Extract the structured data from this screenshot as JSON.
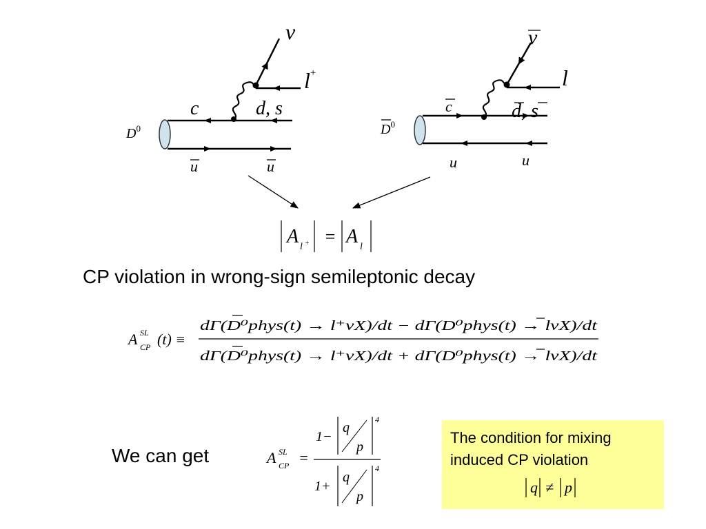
{
  "left_diagram": {
    "meson": "D",
    "meson_sup": "0",
    "top_quark": "c",
    "top_quark_out": "d, s",
    "bottom_quark_left": "u",
    "bottom_quark_right": "u",
    "neutrino": "ν",
    "lepton": "l",
    "lepton_sup": "+"
  },
  "right_diagram": {
    "meson": "D",
    "meson_sup": "0",
    "top_quark": "c",
    "top_quark_out": "d, s",
    "bottom_quark_left": "u",
    "bottom_quark_right": "u",
    "neutrino": "ν",
    "lepton": "l"
  },
  "amplitude_relation": {
    "lhs": "A",
    "lhs_sub": "l",
    "lhs_sub_sup": "+",
    "equals": "=",
    "rhs": "A",
    "rhs_sub": "l"
  },
  "heading": "CP violation in wrong-sign semileptonic decay",
  "asymmetry_definition": {
    "lhs": "A",
    "lhs_sup": "SL",
    "lhs_sub": "CP",
    "lhs_arg": "(t) ≡",
    "numerator": "dΓ(D⁰phys(t) → l⁺νX)/dt − dΓ(D⁰phys(t) → lνX)/dt",
    "denominator": "dΓ(D⁰phys(t) → l⁺νX)/dt + dΓ(D⁰phys(t) → lνX)/dt",
    "phys": "phys"
  },
  "result_label": "We can get",
  "result_formula": {
    "lhs": "A",
    "lhs_sup": "SL",
    "lhs_sub": "CP",
    "equals": "=",
    "one_minus": "1−",
    "one_plus": "1+",
    "q": "q",
    "p": "p",
    "power": "4"
  },
  "condition_box": {
    "line1": "The condition for mixing",
    "line2": "induced CP violation",
    "formula_q": "q",
    "formula_neq": "≠",
    "formula_p": "p",
    "bg_color": "#ffff99"
  },
  "colors": {
    "meson_fill": "#cfe3ef",
    "meson_stroke": "#333333"
  }
}
